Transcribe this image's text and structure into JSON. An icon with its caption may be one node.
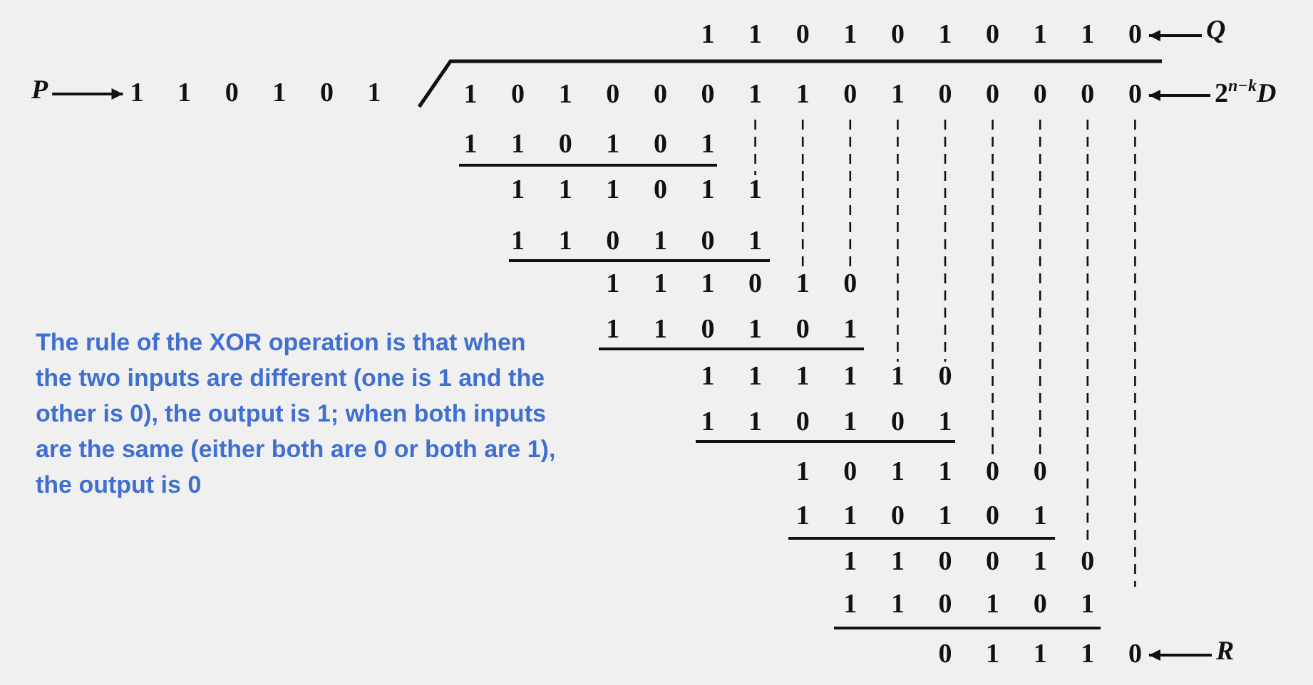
{
  "diagram": {
    "nodes": [
      {
        "text": [
          "P"
        ]
      },
      {
        "text": [
          "1 1 0 1 0 1"
        ]
      },
      {
        "text": [
          "1 1 0 1 0 1 0 1 1 0"
        ]
      },
      {
        "text": [
          "Q"
        ]
      },
      {
        "text": [
          "1 0 1 0 0 0 1 1 0 1 0 0 0 0 0"
        ]
      },
      {
        "text": [
          "2$^{n−k}$*D*"
        ]
      },
      {
        "text": [
          "0 1 1 1 0"
        ]
      },
      {
        "text": [
          "R"
        ]
      }
    ],
    "edges": [
      {
        "from": 0,
        "to": 1,
        "arrow": "to"
      },
      {
        "from": 3,
        "to": 2,
        "arrow": "to"
      },
      {
        "from": 5,
        "to": 4,
        "arrow": "to"
      },
      {
        "from": 7,
        "to": 6,
        "arrow": "to"
      }
    ],
    "labels": [
      "1 1 0 1 0 1",
      "1 1 1 0 1 1",
      "1 1 0 1 0 1",
      "1 1 1 0 1 0",
      "The rule of the XOR operation is that when the two inputs are different (one is 1 and the other is 0), the output is 1; when both inputs are the same (either both are 0 or both are 1), the output is 0",
      "1 1 0 1 0 1",
      "1 1 1 1 1 0",
      "1 1 0 1 0 1",
      "1 0 1 1 0 0",
      "1 1 0 1 0 1",
      "1 1 0 0 1 0",
      "1 1 0 1 0 1"
    ]
  }
}
